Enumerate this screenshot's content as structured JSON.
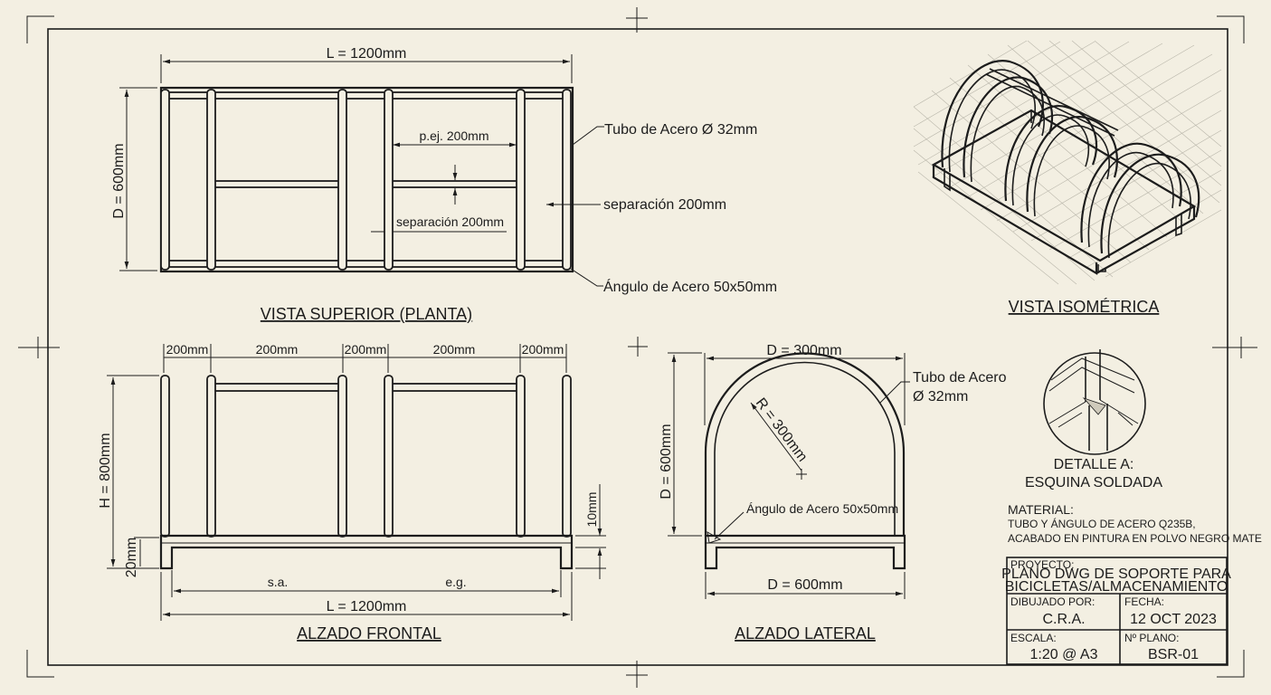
{
  "plan_view": {
    "title": "VISTA SUPERIOR (PLANTA)",
    "length_dim": "L = 1200mm",
    "depth_dim": "D = 600mm",
    "spacing_example": "p.ej. 200mm",
    "separation_inner": "separación 200mm",
    "separation_callout": "separación 200mm",
    "tube_callout": "Tubo de Acero Ø 32mm",
    "angle_callout": "Ángulo de Acero 50x50mm"
  },
  "iso_view": {
    "title": "VISTA ISOMÉTRICA"
  },
  "front_view": {
    "title": "ALZADO FRONTAL",
    "spacings": [
      "200mm",
      "200mm",
      "200mm",
      "200mm",
      "200mm"
    ],
    "height_dim": "H = 800mm",
    "foot_dim": "20mm",
    "base_dim": "10mm",
    "note_left": "s.a.",
    "note_right": "e.g.",
    "length_dim": "L = 1200mm"
  },
  "side_view": {
    "title": "ALZADO LATERAL",
    "top_dim": "D = 300mm",
    "radius_dim": "R = 300mm",
    "height_dim": "D = 600mm",
    "bottom_dim": "D = 600mm",
    "tube_callout_1": "Tubo de Acero",
    "tube_callout_2": "Ø 32mm",
    "angle_callout": "Ángulo de Acero 50x50mm"
  },
  "detail": {
    "title_1": "DETALLE A:",
    "title_2": "ESQUINA SOLDADA"
  },
  "material": {
    "heading": "MATERIAL:",
    "line_1": "TUBO Y ÁNGULO DE ACERO Q235B,",
    "line_2": "ACABADO EN PINTURA EN POLVO NEGRO MATE"
  },
  "title_block": {
    "project_label": "PROYECTO:",
    "project_line_1": "PLANO DWG DE SOPORTE PARA",
    "project_line_2": "BICICLETAS/ALMACENAMIENTO",
    "drawn_label": "DIBUJADO POR:",
    "drawn_value": "C.R.A.",
    "date_label": "FECHA:",
    "date_value": "12 OCT 2023",
    "scale_label": "ESCALA:",
    "scale_value": "1:20 @ A3",
    "sheet_label": "Nº PLANO:",
    "sheet_value": "BSR-01"
  }
}
